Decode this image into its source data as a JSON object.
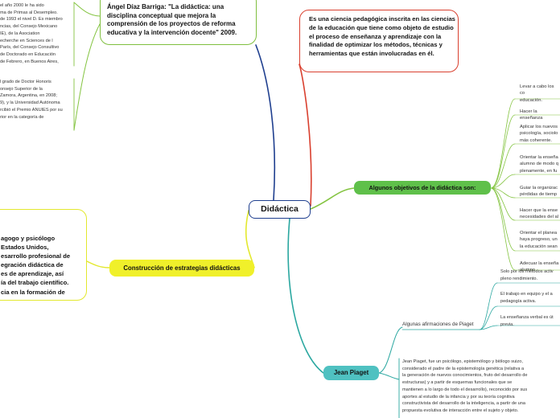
{
  "center": {
    "label": "Didáctica"
  },
  "diaz_barriga": {
    "quote": "Ángel Díaz Barriga: \"La didáctica: una disciplina conceptual que mejora la comprensión de los proyectos de reforma educativa y la intervención docente\"  2009."
  },
  "definition": {
    "text": "Es una ciencia pedagógica inscrita en las ciencias de la educación que tiene como objeto de estudio el proceso de enseñanza y aprendizaje con la finalidad de optimizar los métodos, técnicas y herramientas que están involucradas en él."
  },
  "objetivos": {
    "label": "Algunos objetivos de la didáctica son:",
    "items": [
      "Levar a cabo los co\neducación.",
      "Hacer la enseñanza",
      "Aplicar los nuevos\npsicología, sociolo\nmás coherente.",
      "Orientar la enseña\nalumno de modo q\nplenamente, en fu",
      "Guiar la organizac\npérdidas de tiemp",
      "Hacer que la ense\nnecesidades del al",
      "Orientar el planea\nhaya progreso, un\nla educación sean",
      "Adecuar la enseña\nalumno"
    ]
  },
  "estrategias": {
    "label": "Construcción de estrategias didácticas",
    "description": "agogo y psicólogo\n Estados Unidos,\nesarrollo profesional de\negración didáctica de\nes de aprendizaje, así\nía del trabajo científico.\ncia en la formación de"
  },
  "piaget": {
    "label": "Jean Piaget",
    "afirmaciones_label": "Algunas afirmaciones de Piaget",
    "afirmaciones": [
      "Solo por los métodos activ\npleno rendimiento.",
      "El trabajo en equipo y el a\npedagogía activa.",
      "La enseñanza verbal es út\nprevia."
    ],
    "bio": "Jean Piaget, fue un psicólogo, epistemólogo y biólogo suizo,\nconsiderado el padre de la epistemología genética (relativa a\nla generación de nuevos conocimientos, fruto del desarrollo de\nestructuras) y a partir de esquemas funcionales que se\nmantienen a lo largo de todo el desarrollo), reconocido por sus\naportes al estudio de la infancia y por su teoría cognitiva\nconstructivista del desarrollo de la inteligencia, a partir de una\npropuesta evolutiva de interacción entre el sujeto y objeto."
  },
  "bio_left": {
    "text1": "el año 2000 le ha sido\nma de Primas al Desempleo.\nde 1993 el nivel D. Es miembro\nncias, del Consejo Mexicano\nIE), de la Asociation\necherche en Sciences de l\nParís, del Consejo Consultivo\nde Doctorado en Educación\nde Febrero, en Buenos Aires,",
    "text2": "l grado de Doctor Honoris\nonsejo Superior de la\nZamora, Argentina, en 2008;\n9), y la Universidad Autónoma\nrcibió el Premio ANUIES por su\nrior en la categoría de"
  },
  "colors": {
    "blue_branch": "#1f3f8f",
    "green_branch": "#84c441",
    "red_branch": "#d9402f",
    "yellow_branch": "#e3e82e",
    "teal_branch": "#2aa7a0",
    "objetivos_fill": "#5fc04a",
    "estrategias_fill": "#f0f02a",
    "piaget_fill": "#4fc1c1"
  }
}
